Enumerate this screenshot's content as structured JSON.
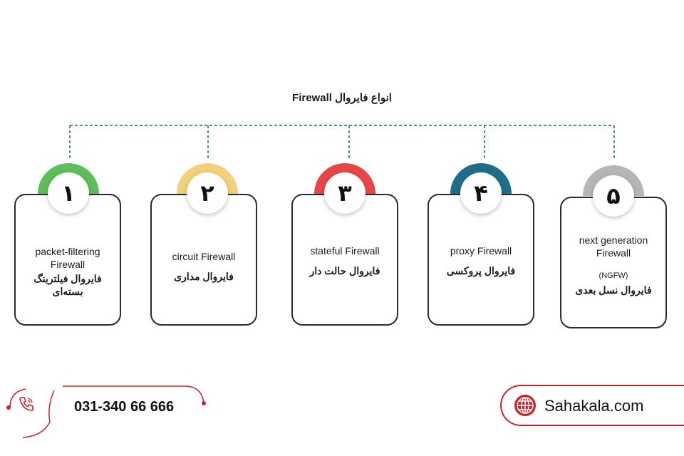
{
  "title": "انواع فایروال Firewall",
  "colors": {
    "connector": "#1e5f8e",
    "card_border": "#2b2b2b",
    "brand_red": "#c8232c",
    "arc_1": "#5dbe5a",
    "arc_2": "#f4d07a",
    "arc_3": "#e84646",
    "arc_4": "#1e6e8a",
    "arc_5": "#b5b5b5"
  },
  "cards": [
    {
      "number": "۱",
      "en": "packet-filtering Firewall",
      "fa": "فایروال فیلترینگ بسته‌ای"
    },
    {
      "number": "۲",
      "en": "circuit Firewall",
      "fa": "فایروال مداری"
    },
    {
      "number": "۳",
      "en": "stateful Firewall",
      "fa": "فایروال حالت دار"
    },
    {
      "number": "۴",
      "en": "proxy Firewall",
      "fa": "فایروال پروکسی"
    },
    {
      "number": "۵",
      "en": "next generation Firewall",
      "sub": "(NGFW)",
      "fa": "فایروال نسل بعدی"
    }
  ],
  "footer": {
    "phone": "031-340 66 666",
    "phone_icon": "phone-icon",
    "website": "Sahakala.com",
    "website_icon": "globe-icon"
  }
}
